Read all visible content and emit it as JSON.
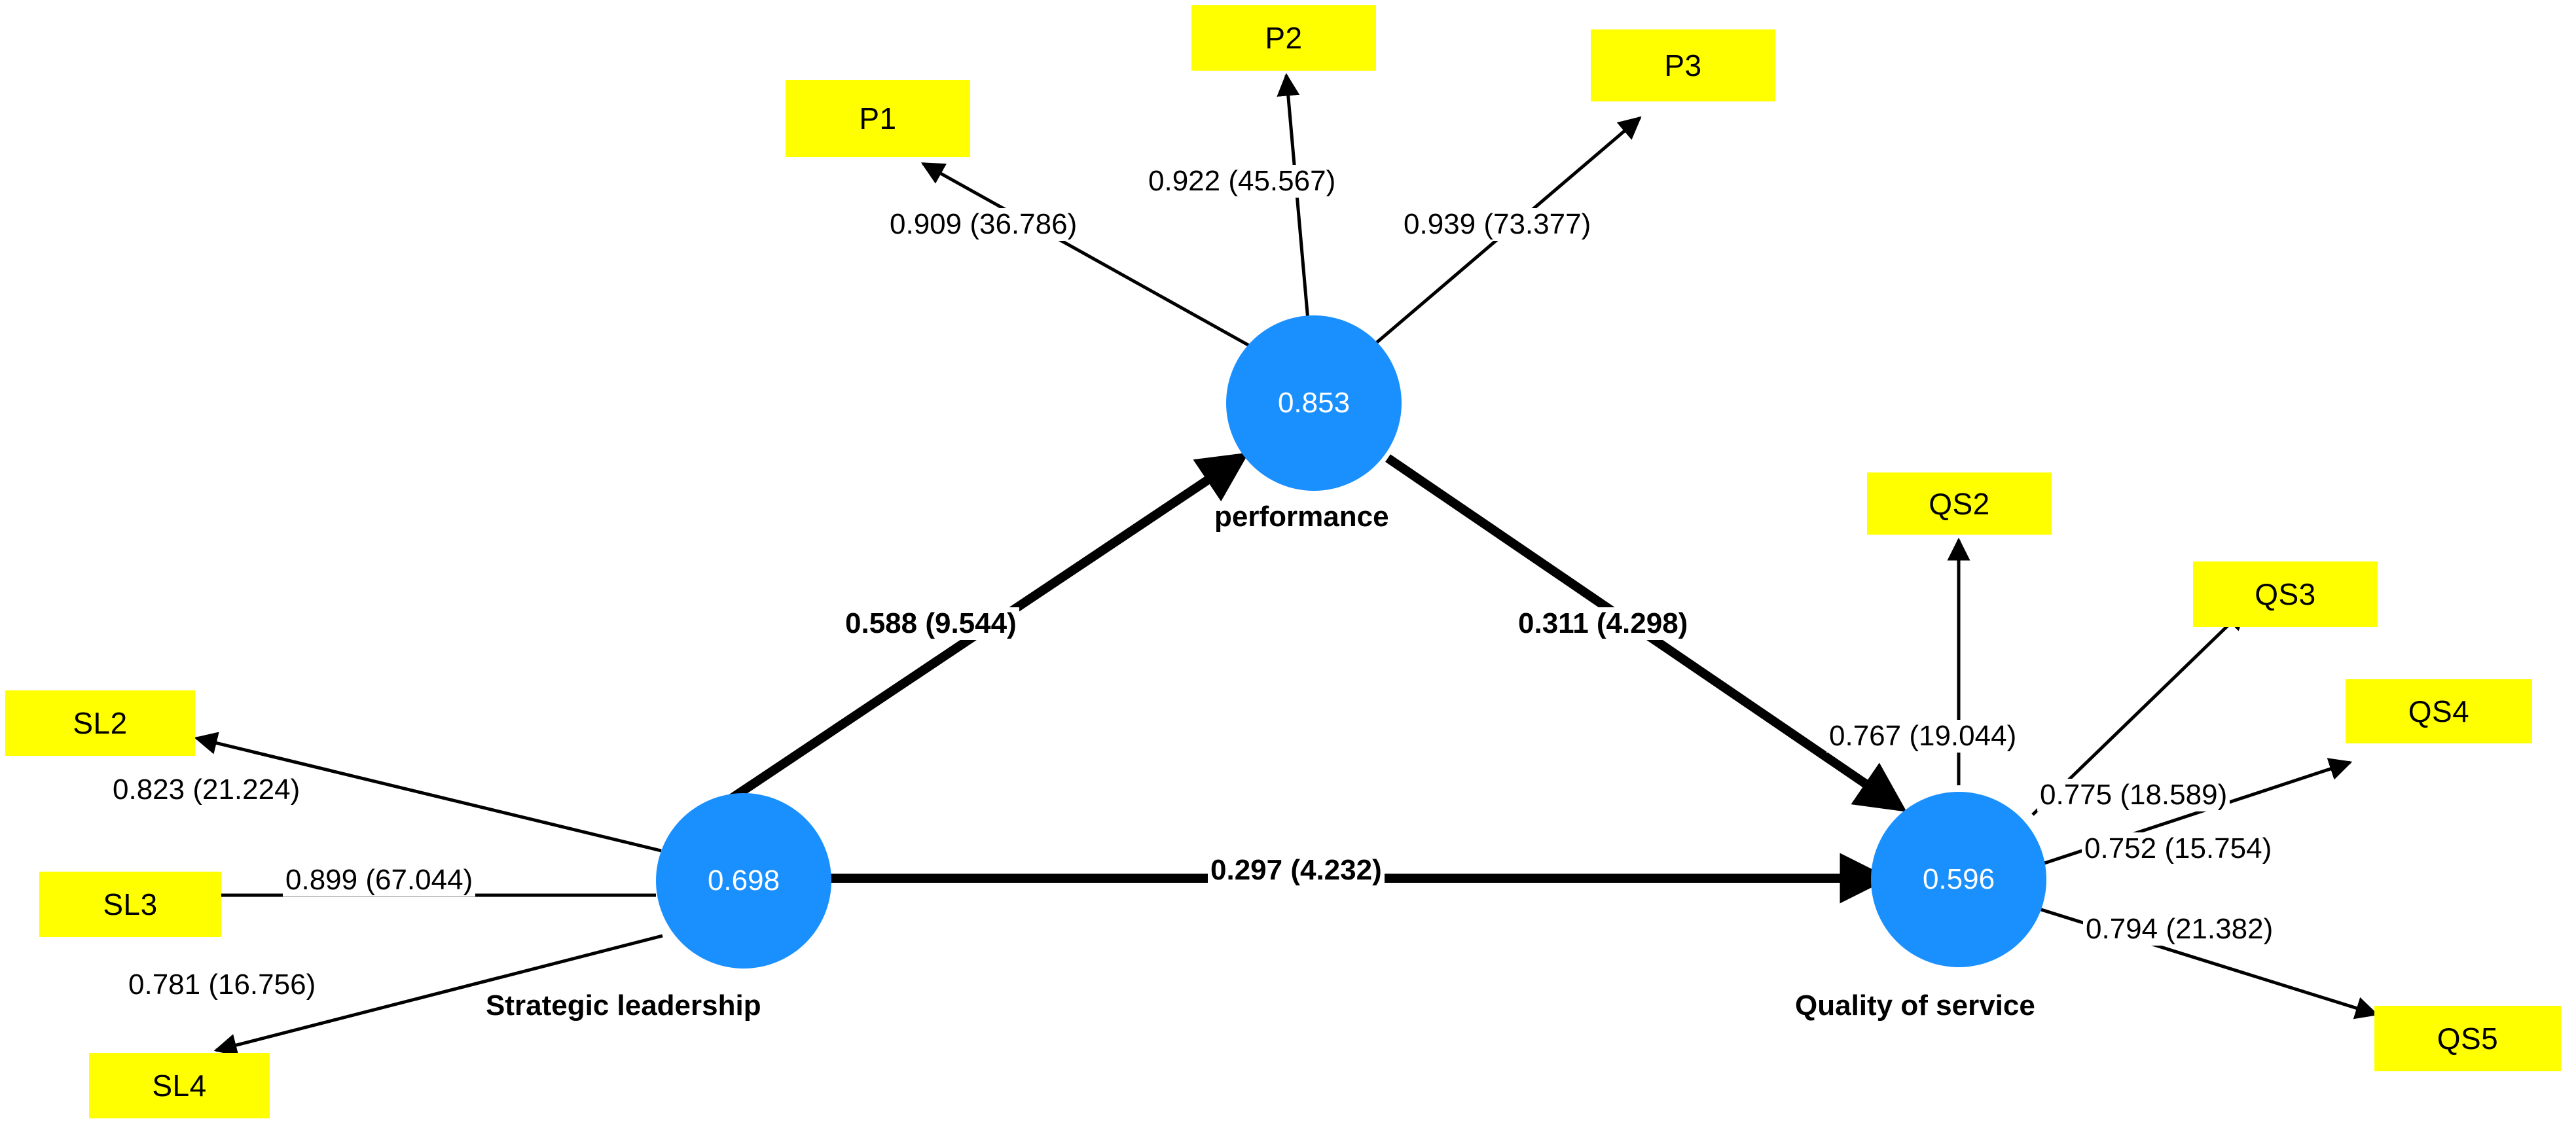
{
  "diagram": {
    "type": "sem-path-diagram",
    "title": "",
    "colors": {
      "indicator_fill": "#ffff00",
      "construct_fill": "#1a90ff",
      "construct_text": "#ffffff",
      "path_stroke": "#000000",
      "background": "#ffffff"
    },
    "constructs": [
      {
        "id": "performance",
        "label": "performance",
        "value": "0.853"
      },
      {
        "id": "strategic_leadership",
        "label": "Strategic leadership",
        "value": "0.698"
      },
      {
        "id": "quality_of_service",
        "label": "Quality of service",
        "value": "0.596"
      }
    ],
    "indicators": [
      {
        "id": "P1",
        "label": "P1"
      },
      {
        "id": "P2",
        "label": "P2"
      },
      {
        "id": "P3",
        "label": "P3"
      },
      {
        "id": "SL2",
        "label": "SL2"
      },
      {
        "id": "SL3",
        "label": "SL3"
      },
      {
        "id": "SL4",
        "label": "SL4"
      },
      {
        "id": "QS2",
        "label": "QS2"
      },
      {
        "id": "QS3",
        "label": "QS3"
      },
      {
        "id": "QS4",
        "label": "QS4"
      },
      {
        "id": "QS5",
        "label": "QS5"
      }
    ],
    "measurement_paths": [
      {
        "id": "perf_p1",
        "from": "performance",
        "to": "P1",
        "loading": "0.909",
        "t_value": "36.786",
        "label": "0.909 (36.786)"
      },
      {
        "id": "perf_p2",
        "from": "performance",
        "to": "P2",
        "loading": "0.922",
        "t_value": "45.567",
        "label": "0.922 (45.567)"
      },
      {
        "id": "perf_p3",
        "from": "performance",
        "to": "P3",
        "loading": "0.939",
        "t_value": "73.377",
        "label": "0.939 (73.377)"
      },
      {
        "id": "sl_sl2",
        "from": "strategic_leadership",
        "to": "SL2",
        "loading": "0.823",
        "t_value": "21.224",
        "label": "0.823 (21.224)"
      },
      {
        "id": "sl_sl3",
        "from": "strategic_leadership",
        "to": "SL3",
        "loading": "0.899",
        "t_value": "67.044",
        "label": "0.899 (67.044)"
      },
      {
        "id": "sl_sl4",
        "from": "strategic_leadership",
        "to": "SL4",
        "loading": "0.781",
        "t_value": "16.756",
        "label": "0.781 (16.756)"
      },
      {
        "id": "qs_qs2",
        "from": "quality_of_service",
        "to": "QS2",
        "loading": "0.767",
        "t_value": "19.044",
        "label": "0.767 (19.044)"
      },
      {
        "id": "qs_qs3",
        "from": "quality_of_service",
        "to": "QS3",
        "loading": "0.775",
        "t_value": "18.589",
        "label": "0.775 (18.589)"
      },
      {
        "id": "qs_qs4",
        "from": "quality_of_service",
        "to": "QS4",
        "loading": "0.752",
        "t_value": "15.754",
        "label": "0.752 (15.754)"
      },
      {
        "id": "qs_qs5",
        "from": "quality_of_service",
        "to": "QS5",
        "loading": "0.794",
        "t_value": "21.382",
        "label": "0.794 (21.382)"
      }
    ],
    "structural_paths": [
      {
        "id": "sl_to_perf",
        "from": "strategic_leadership",
        "to": "performance",
        "coefficient": "0.588",
        "t_value": "9.544",
        "label": "0.588 (9.544)"
      },
      {
        "id": "perf_to_qs",
        "from": "performance",
        "to": "quality_of_service",
        "coefficient": "0.311",
        "t_value": "4.298",
        "label": "0.311 (4.298)"
      },
      {
        "id": "sl_to_qs",
        "from": "strategic_leadership",
        "to": "quality_of_service",
        "coefficient": "0.297",
        "t_value": "4.232",
        "label": "0.297 (4.232)"
      }
    ]
  },
  "chart_data": {
    "type": "diagram",
    "title": "",
    "nodes": [
      {
        "name": "performance",
        "kind": "latent",
        "r_square": 0.853
      },
      {
        "name": "Strategic leadership",
        "kind": "latent",
        "r_square": 0.698
      },
      {
        "name": "Quality of service",
        "kind": "latent",
        "r_square": 0.596
      },
      {
        "name": "P1",
        "kind": "indicator"
      },
      {
        "name": "P2",
        "kind": "indicator"
      },
      {
        "name": "P3",
        "kind": "indicator"
      },
      {
        "name": "SL2",
        "kind": "indicator"
      },
      {
        "name": "SL3",
        "kind": "indicator"
      },
      {
        "name": "SL4",
        "kind": "indicator"
      },
      {
        "name": "QS2",
        "kind": "indicator"
      },
      {
        "name": "QS3",
        "kind": "indicator"
      },
      {
        "name": "QS4",
        "kind": "indicator"
      },
      {
        "name": "QS5",
        "kind": "indicator"
      }
    ],
    "edges": [
      {
        "source": "performance",
        "target": "P1",
        "estimate": 0.909,
        "t": 36.786,
        "kind": "loading"
      },
      {
        "source": "performance",
        "target": "P2",
        "estimate": 0.922,
        "t": 45.567,
        "kind": "loading"
      },
      {
        "source": "performance",
        "target": "P3",
        "estimate": 0.939,
        "t": 73.377,
        "kind": "loading"
      },
      {
        "source": "Strategic leadership",
        "target": "SL2",
        "estimate": 0.823,
        "t": 21.224,
        "kind": "loading"
      },
      {
        "source": "Strategic leadership",
        "target": "SL3",
        "estimate": 0.899,
        "t": 67.044,
        "kind": "loading"
      },
      {
        "source": "Strategic leadership",
        "target": "SL4",
        "estimate": 0.781,
        "t": 16.756,
        "kind": "loading"
      },
      {
        "source": "Quality of service",
        "target": "QS2",
        "estimate": 0.767,
        "t": 19.044,
        "kind": "loading"
      },
      {
        "source": "Quality of service",
        "target": "QS3",
        "estimate": 0.775,
        "t": 18.589,
        "kind": "loading"
      },
      {
        "source": "Quality of service",
        "target": "QS4",
        "estimate": 0.752,
        "t": 15.754,
        "kind": "loading"
      },
      {
        "source": "Quality of service",
        "target": "QS5",
        "estimate": 0.794,
        "t": 21.382,
        "kind": "loading"
      },
      {
        "source": "Strategic leadership",
        "target": "performance",
        "estimate": 0.588,
        "t": 9.544,
        "kind": "structural"
      },
      {
        "source": "performance",
        "target": "Quality of service",
        "estimate": 0.311,
        "t": 4.298,
        "kind": "structural"
      },
      {
        "source": "Strategic leadership",
        "target": "Quality of service",
        "estimate": 0.297,
        "t": 4.232,
        "kind": "structural"
      }
    ]
  }
}
